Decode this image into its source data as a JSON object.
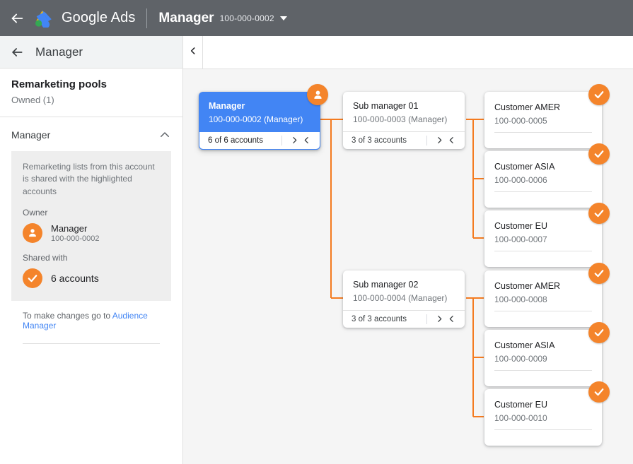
{
  "topbar": {
    "back_icon": "back-arrow-icon",
    "logo_icon": "google-ads-logo-icon",
    "brand_google": "Google",
    "brand_ads": "Ads",
    "account_name": "Manager",
    "account_id": "100-000-0002",
    "dropdown_icon": "caret-down-icon"
  },
  "sidebar": {
    "header": {
      "back_icon": "back-arrow-icon",
      "title": "Manager"
    },
    "pools": {
      "title": "Remarketing pools",
      "subtitle": "Owned (1)"
    },
    "accordion": {
      "label": "Manager",
      "toggle_icon": "chevron-up-icon"
    },
    "info_box": {
      "note": "Remarketing lists from this account is shared with the highlighted accounts",
      "owner_label": "Owner",
      "owner_name": "Manager",
      "owner_id": "100-000-0002",
      "owner_icon": "person-avatar-icon",
      "shared_label": "Shared with",
      "shared_value": "6 accounts",
      "shared_icon": "check-circle-icon"
    },
    "footer_text": "To make changes go to ",
    "footer_link": "Audience Manager"
  },
  "collapse_tab": {
    "icon": "chevron-left-icon"
  },
  "tree": {
    "root": {
      "name": "Manager",
      "id": "100-000-0002 (Manager)",
      "accounts": "6 of 6 accounts",
      "badge_icon": "person-avatar-icon",
      "expand_icon": "chevron-right-icon",
      "collapse_icon": "chevron-left-icon",
      "selected": true
    },
    "submanagers": [
      {
        "name": "Sub manager 01",
        "id": "100-000-0003 (Manager)",
        "accounts": "3 of 3 accounts",
        "expand_icon": "chevron-right-icon",
        "collapse_icon": "chevron-left-icon"
      },
      {
        "name": "Sub manager 02",
        "id": "100-000-0004 (Manager)",
        "accounts": "3 of 3 accounts",
        "expand_icon": "chevron-right-icon",
        "collapse_icon": "chevron-left-icon"
      }
    ],
    "customers": [
      {
        "name": "Customer AMER",
        "id": "100-000-0005",
        "badge_icon": "check-circle-icon"
      },
      {
        "name": "Customer ASIA",
        "id": "100-000-0006",
        "badge_icon": "check-circle-icon"
      },
      {
        "name": "Customer EU",
        "id": "100-000-0007",
        "badge_icon": "check-circle-icon"
      },
      {
        "name": "Customer AMER",
        "id": "100-000-0008",
        "badge_icon": "check-circle-icon"
      },
      {
        "name": "Customer ASIA",
        "id": "100-000-0009",
        "badge_icon": "check-circle-icon"
      },
      {
        "name": "Customer EU",
        "id": "100-000-0010",
        "badge_icon": "check-circle-icon"
      }
    ]
  },
  "colors": {
    "topbar_bg": "#5f6368",
    "selected_node": "#4285f4",
    "connector": "#f47b20",
    "badge": "#f4842b",
    "link": "#4285f4",
    "canvas_bg": "#f5f5f5"
  }
}
